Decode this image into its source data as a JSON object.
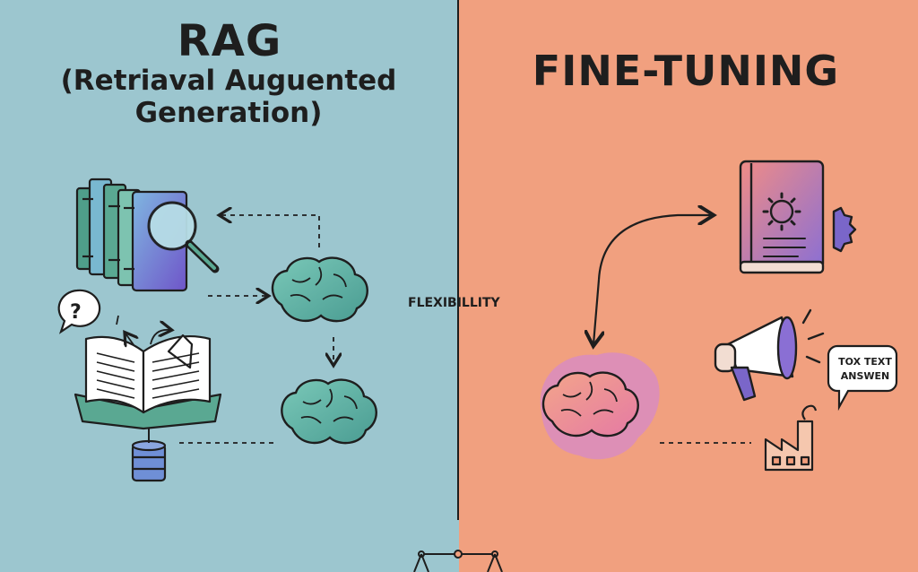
{
  "left": {
    "title": "RAG",
    "subtitle": "(Retriaval Auguented Generation)"
  },
  "right": {
    "title": "FINE-TUNING"
  },
  "center": {
    "label": "FLEXIBILLITY"
  },
  "speech_bubble": {
    "line1": "TOX TEXT",
    "line2": "ANSWEN"
  },
  "colors": {
    "left_bg": "#9cc6cf",
    "right_bg": "#f1a07f",
    "ink": "#1e1e1e",
    "brain_green": "#5fb6a0",
    "book_purple": "#8f7ad6",
    "book_green": "#4f9e8a"
  },
  "icons": [
    "books-icon",
    "magnifier-icon",
    "question-bubble-icon",
    "open-book-icon",
    "database-icon",
    "brain-icon",
    "gear-book-icon",
    "megaphone-icon",
    "factory-icon",
    "scale-icon"
  ]
}
